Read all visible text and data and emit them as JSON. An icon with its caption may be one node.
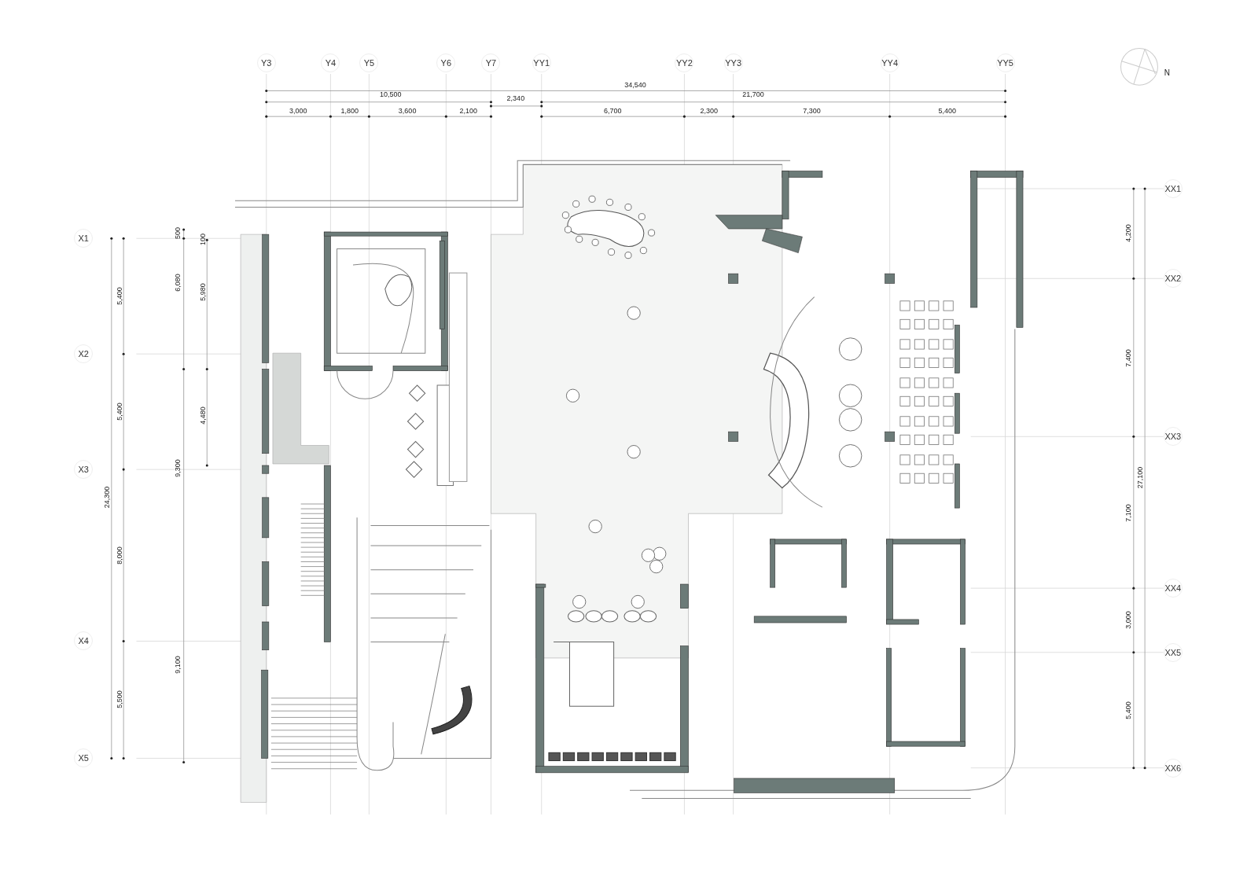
{
  "diagram": {
    "labels": [
      "Y3",
      "Y4",
      "Y5",
      "Y6",
      "Y7",
      "YY1",
      "YY2",
      "YY3",
      "YY4",
      "YY5",
      "N",
      "34,540",
      "10,500",
      "2,340",
      "21,700",
      "3,000",
      "1,800",
      "3,600",
      "2,100",
      "6,700",
      "2,300",
      "7,300",
      "5,400",
      "X1",
      "X2",
      "X3",
      "X4",
      "X5",
      "5,400",
      "5,400",
      "24,300",
      "8,000",
      "5,500",
      "500",
      "100",
      "6,080",
      "5,980",
      "4,480",
      "9,300",
      "9,100",
      "XX1",
      "XX2",
      "XX3",
      "XX4",
      "XX5",
      "XX6",
      "4,200",
      "7,400",
      "27,100",
      "7,100",
      "3,000",
      "5,400"
    ]
  }
}
